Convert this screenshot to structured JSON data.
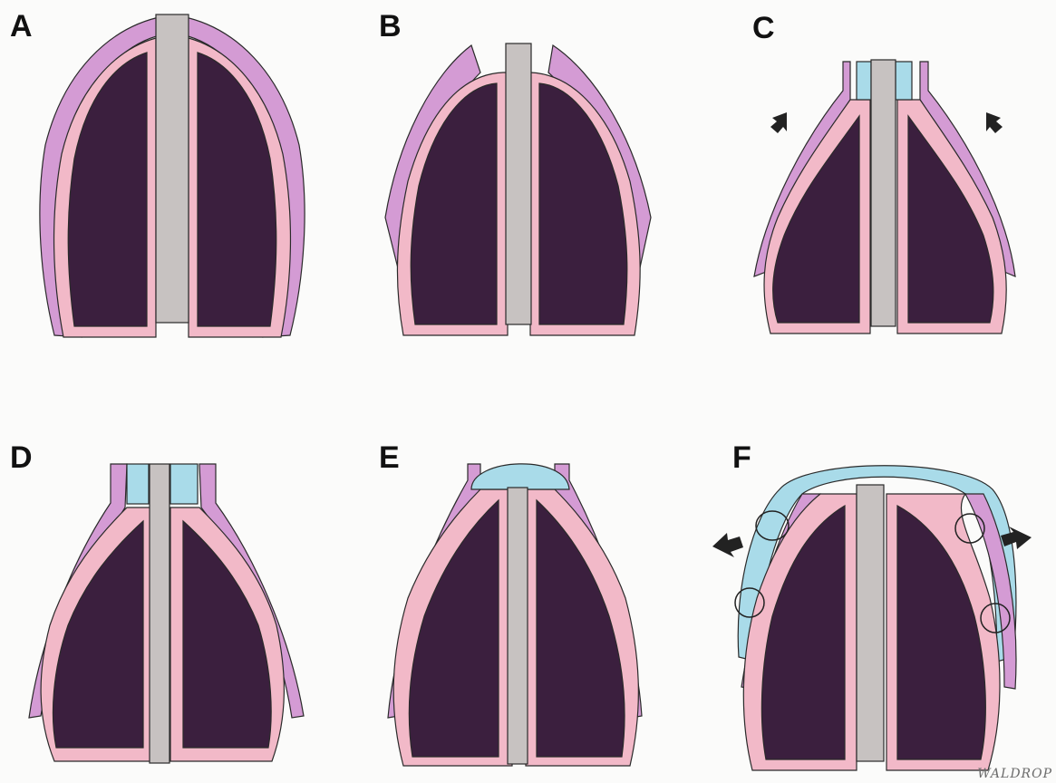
{
  "figure": {
    "panels": [
      {
        "id": "A",
        "label": "A"
      },
      {
        "id": "B",
        "label": "B"
      },
      {
        "id": "C",
        "label": "C"
      },
      {
        "id": "D",
        "label": "D"
      },
      {
        "id": "E",
        "label": "E"
      },
      {
        "id": "F",
        "label": "F"
      }
    ],
    "signature": "WALDROP"
  },
  "colors": {
    "background": "#fbfbfa",
    "skin": "#d49bd4",
    "lining": "#f2b9c8",
    "airway": "#3b1f3e",
    "septum": "#c7c2c1",
    "graft": "#a9dbe9",
    "arrow": "#222222"
  }
}
